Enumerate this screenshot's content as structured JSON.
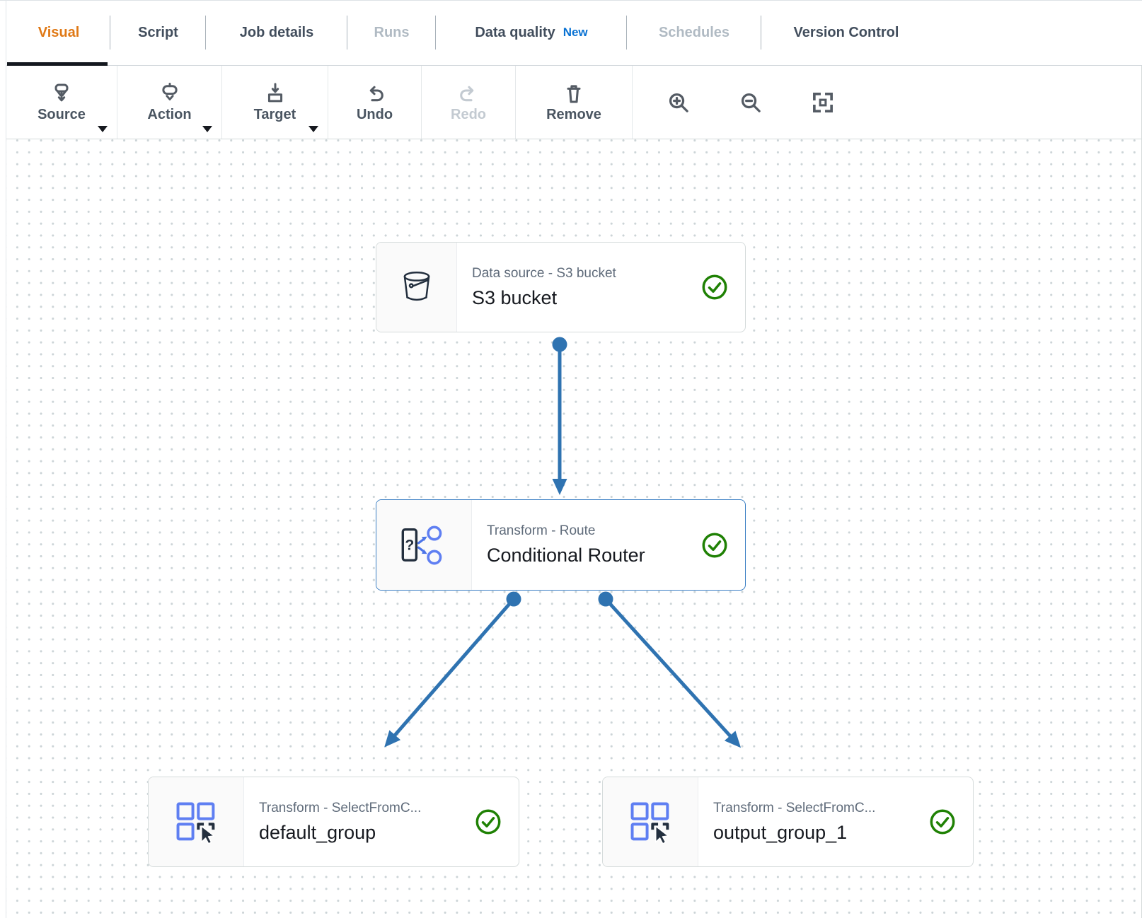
{
  "colors": {
    "accent_orange": "#e07916",
    "tab_text": "#414d5c",
    "tab_disabled": "#b0bac3",
    "badge_blue": "#0972d3",
    "toolbar_text": "#4a5561",
    "toolbar_disabled": "#c3cad1",
    "edge_blue": "#2f73b1",
    "selected_border": "#3b7fc4",
    "icon_blue": "#5f7ff2",
    "success_green": "#1f8104",
    "icon_navy": "#232f3e",
    "node_border": "#d5dbdb",
    "node_type_text": "#5f6b7a",
    "node_name_text": "#16191f",
    "canvas_dot": "#ccd4d7"
  },
  "tabs": {
    "items": [
      {
        "label": "Visual",
        "state": "active"
      },
      {
        "label": "Script",
        "state": "normal"
      },
      {
        "label": "Job details",
        "state": "normal"
      },
      {
        "label": "Runs",
        "state": "disabled"
      },
      {
        "label": "Data quality",
        "state": "normal",
        "badge": "New"
      },
      {
        "label": "Schedules",
        "state": "disabled"
      },
      {
        "label": "Version Control",
        "state": "normal"
      }
    ]
  },
  "toolbar": {
    "source_label": "Source",
    "action_label": "Action",
    "target_label": "Target",
    "undo_label": "Undo",
    "redo_label": "Redo",
    "remove_label": "Remove"
  },
  "canvas": {
    "nodes": [
      {
        "type_label": "Data source - S3 bucket",
        "name": "S3 bucket",
        "status": "valid"
      },
      {
        "type_label": "Transform - Route",
        "name": "Conditional Router",
        "status": "valid",
        "selected": true
      },
      {
        "type_label": "Transform - SelectFromC...",
        "name": "default_group",
        "status": "valid"
      },
      {
        "type_label": "Transform - SelectFromC...",
        "name": "output_group_1",
        "status": "valid"
      }
    ]
  }
}
